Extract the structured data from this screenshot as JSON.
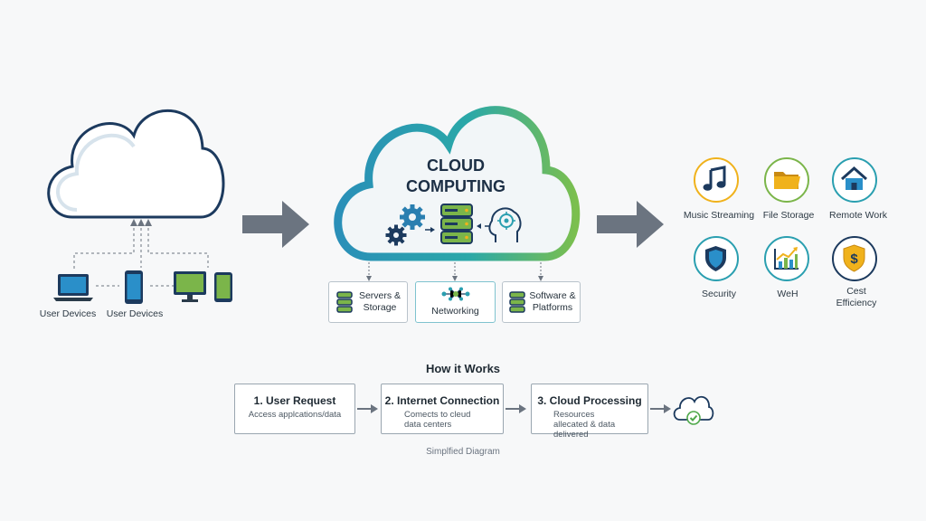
{
  "colors": {
    "teal": "#2a9fb0",
    "green": "#7bb54a",
    "yellow": "#f0b21c",
    "navy": "#1c3a5e",
    "arrow": "#6b7480"
  },
  "cloud_title": [
    "CLOUD",
    "COMPUTING"
  ],
  "left": {
    "labels": [
      "User Devices",
      "User Devices"
    ]
  },
  "services": [
    {
      "label": "Servers & Storage"
    },
    {
      "label": "Networking"
    },
    {
      "label": "Software & Platforms"
    }
  ],
  "apps": [
    {
      "label": "Music Streaming",
      "icon": "music-note-icon"
    },
    {
      "label": "File Storage",
      "icon": "folder-icon"
    },
    {
      "label": "Remote Work",
      "icon": "home-icon"
    },
    {
      "label": "Security",
      "icon": "shield-icon"
    },
    {
      "label": "WeH",
      "icon": "chart-icon"
    },
    {
      "label": "Cest Efficiency",
      "icon": "dollar-shield-icon"
    }
  ],
  "how": {
    "title": "How it Works",
    "steps": [
      {
        "title": "1. User Request",
        "desc": "Access applcations/data"
      },
      {
        "title": "2. Internet Connection",
        "desc": "Comects to cleud data centers"
      },
      {
        "title": "3. Cloud Processing",
        "desc": "Resources allecated & data delivered"
      }
    ],
    "caption": "Simplfied Diagram"
  }
}
